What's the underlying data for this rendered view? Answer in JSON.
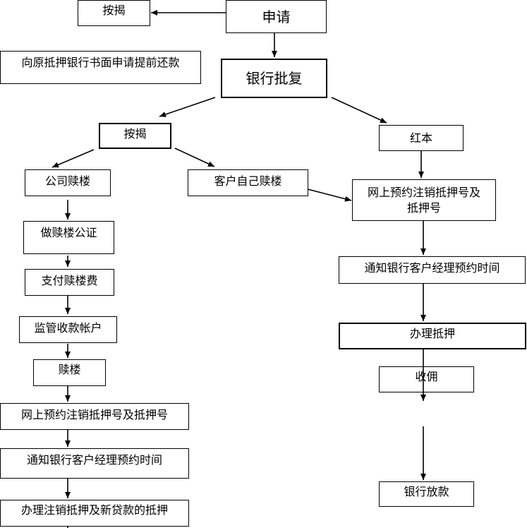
{
  "nodes": {
    "apply": "申请",
    "mortgage_top": "按揭",
    "early_repay": "向原抵押银行书面申请提前还款",
    "bank_approval": "银行批复",
    "mortgage_mid": "按揭",
    "red_book": "红本",
    "company_redeem": "公司赎楼",
    "client_redeem": "客户自己赎楼",
    "notarize": "做赎楼公证",
    "pay_fee": "支付赎楼费",
    "escrow_account": "监管收款帐户",
    "redeem": "赎楼",
    "online_cancel_left": "网上预约注销抵押号及抵押号",
    "notify_left": "通知银行客户经理预约时间",
    "handle_cancel": "办理注销抵押及新贷款的抵押",
    "online_cancel_right": "网上预约注销抵押号及抵押号",
    "notify_right": "通知银行客户经理预约时间",
    "handle_mortgage": "办理抵押",
    "collect_commission": "收佣",
    "bank_loan": "银行放款"
  }
}
